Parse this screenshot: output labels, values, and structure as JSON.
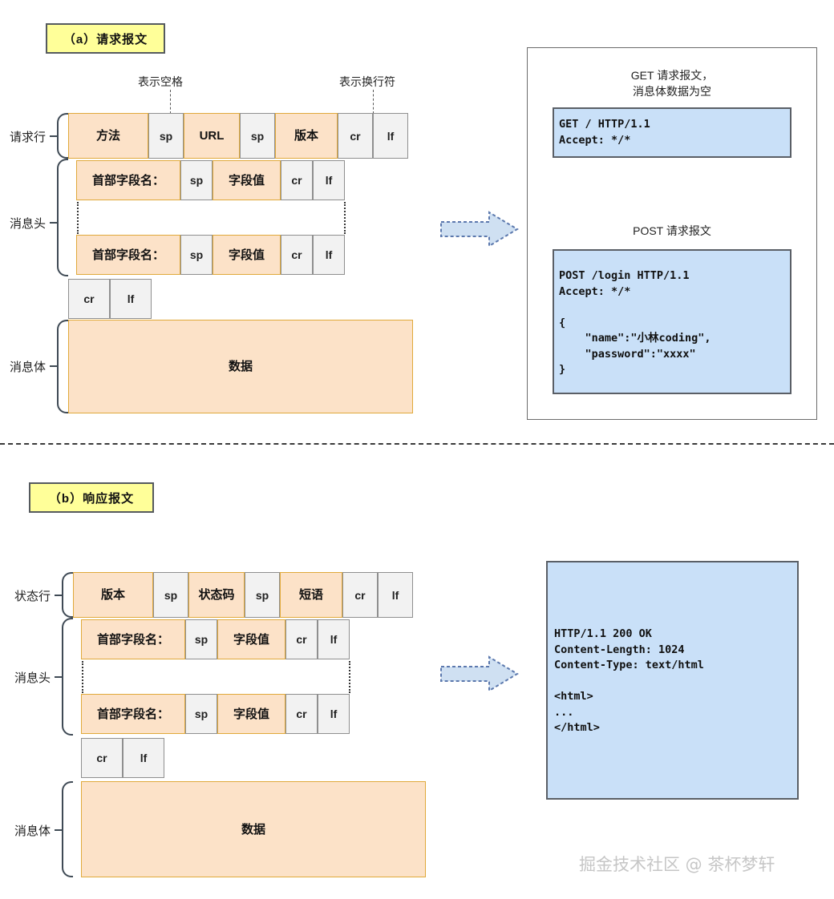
{
  "colors": {
    "orange_fill": "#fce2c8",
    "orange_border": "#e0a93a",
    "grey_fill": "#f1f1f1",
    "grey_border": "#9a9a9a",
    "blue_code_fill": "#c9e0f8",
    "badge_fill": "#ffff99",
    "badge_border": "#555a5e",
    "arrow_fill": "#cfe0f2",
    "arrow_border": "#5b78ad",
    "watermark": "#c6c6c6"
  },
  "sections": {
    "request": {
      "badge": "（a）请求报文",
      "annotations": {
        "space": "表示空格",
        "newline": "表示换行符"
      },
      "side_labels": {
        "start_line": "请求行",
        "headers": "消息头",
        "body": "消息体"
      },
      "start_line_cells": [
        {
          "label": "方法",
          "kind": "orange"
        },
        {
          "label": "sp",
          "kind": "sp"
        },
        {
          "label": "URL",
          "kind": "orange"
        },
        {
          "label": "sp",
          "kind": "sp"
        },
        {
          "label": "版本",
          "kind": "orange"
        },
        {
          "label": "cr",
          "kind": "cr"
        },
        {
          "label": "lf",
          "kind": "lf"
        }
      ],
      "header_cells": [
        {
          "label": "首部字段名：",
          "kind": "orange"
        },
        {
          "label": "sp",
          "kind": "sp"
        },
        {
          "label": "字段值",
          "kind": "orange"
        },
        {
          "label": "cr",
          "kind": "cr"
        },
        {
          "label": "lf",
          "kind": "lf"
        }
      ],
      "blank_line_cells": [
        {
          "label": "cr",
          "kind": "cr"
        },
        {
          "label": "lf",
          "kind": "lf"
        }
      ],
      "body_label": "数据"
    },
    "response": {
      "badge": "（b）响应报文",
      "side_labels": {
        "start_line": "状态行",
        "headers": "消息头",
        "body": "消息体"
      },
      "status_line_cells": [
        {
          "label": "版本",
          "kind": "orange"
        },
        {
          "label": "sp",
          "kind": "sp"
        },
        {
          "label": "状态码",
          "kind": "orange"
        },
        {
          "label": "sp",
          "kind": "sp"
        },
        {
          "label": "短语",
          "kind": "orange"
        },
        {
          "label": "cr",
          "kind": "cr"
        },
        {
          "label": "lf",
          "kind": "lf"
        }
      ],
      "header_cells": [
        {
          "label": "首部字段名：",
          "kind": "orange"
        },
        {
          "label": "sp",
          "kind": "sp"
        },
        {
          "label": "字段值",
          "kind": "orange"
        },
        {
          "label": "cr",
          "kind": "cr"
        },
        {
          "label": "lf",
          "kind": "lf"
        }
      ],
      "blank_line_cells": [
        {
          "label": "cr",
          "kind": "cr"
        },
        {
          "label": "lf",
          "kind": "lf"
        }
      ],
      "body_label": "数据"
    }
  },
  "examples": {
    "request_panel": {
      "get_caption": "GET 请求报文，\n消息体数据为空",
      "get_code": "GET / HTTP/1.1\nAccept: */*",
      "post_caption": "POST 请求报文",
      "post_code": "POST /login HTTP/1.1\nAccept: */*\n\n{\n    \"name\":\"小林coding\",\n    \"password\":\"xxxx\"\n}"
    },
    "response_panel": {
      "code": "HTTP/1.1 200 OK\nContent-Length: 1024\nContent-Type: text/html\n\n<html>\n...\n</html>"
    }
  },
  "watermark": "掘金技术社区 @ 茶杯梦轩"
}
